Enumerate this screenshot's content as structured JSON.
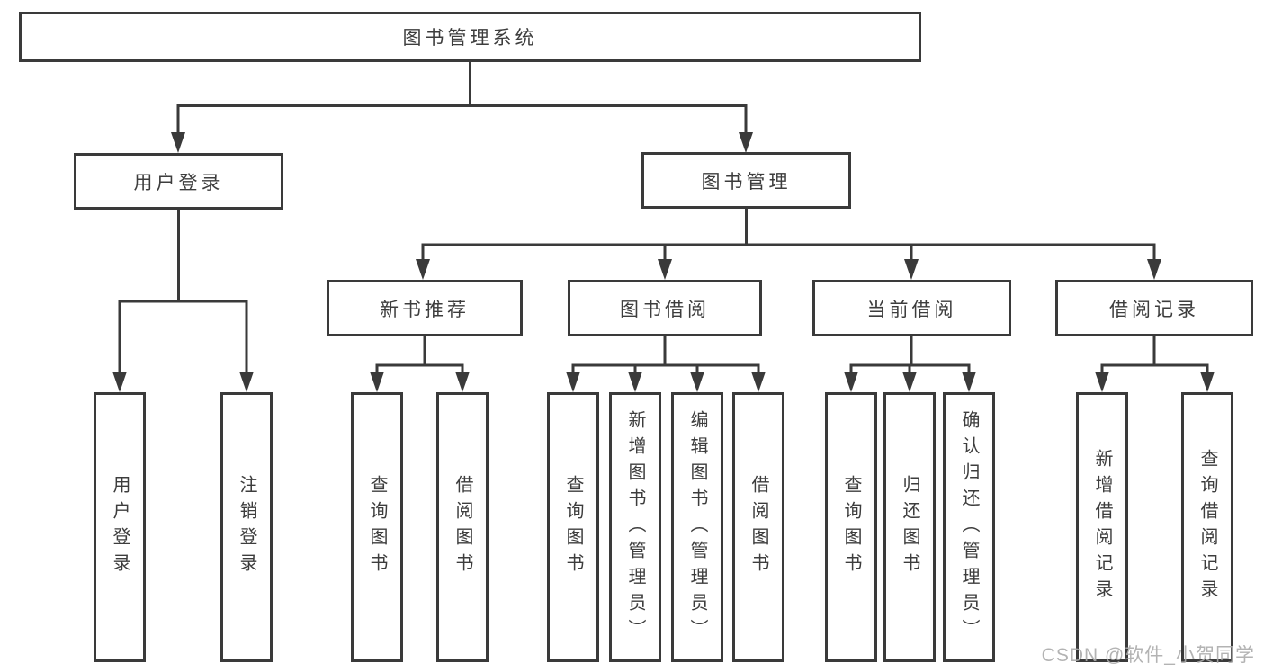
{
  "tree": {
    "root": {
      "label": "图书管理系统"
    },
    "branches": [
      {
        "label": "用户登录",
        "children": [
          "用户登录",
          "注销登录"
        ]
      },
      {
        "label": "图书管理",
        "groups": [
          {
            "label": "新书推荐",
            "children": [
              "查询图书",
              "借阅图书"
            ]
          },
          {
            "label": "图书借阅",
            "children": [
              "查询图书",
              "新增图书（管理员）",
              "编辑图书（管理员）",
              "借阅图书"
            ]
          },
          {
            "label": "当前借阅",
            "children": [
              "查询图书",
              "归还图书",
              "确认归还（管理员）"
            ]
          },
          {
            "label": "借阅记录",
            "children": [
              "新增借阅记录",
              "查询借阅记录"
            ]
          }
        ]
      }
    ]
  },
  "watermark": {
    "text": "CSDN @软件_小贺同学"
  },
  "colors": {
    "line": "#3a3a3a",
    "text": "#3d3d3d",
    "box_background": "#ffffff",
    "page_background": "#ffffff",
    "watermark": "#ababab"
  },
  "icons": {
    "arrowhead": "solid triangle pointing down"
  }
}
